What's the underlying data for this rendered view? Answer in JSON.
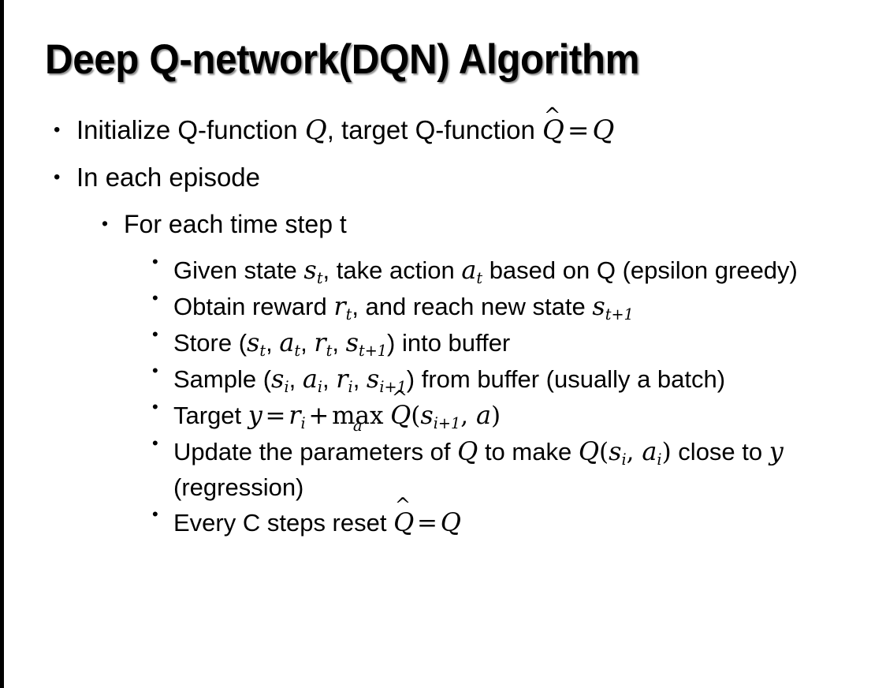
{
  "slide": {
    "title": "Deep Q-network(DQN) Algorithm",
    "background_color": "#ffffff",
    "text_color": "#000000",
    "left_bar_color": "#000000",
    "bullet_glyph": "•"
  },
  "content": {
    "b1": {
      "level": 1,
      "pre": "Initialize Q-function ",
      "var_q1": "Q",
      "mid": ", target Q-function ",
      "hat": "^",
      "var_qhat": "Q",
      "equals": "=",
      "var_q2": "Q",
      "plain_text": "Initialize Q-function Q, target Q-function Q̂ = Q"
    },
    "b2": {
      "level": 1,
      "text": "In each episode"
    },
    "b3": {
      "level": 2,
      "text": "For each time step t"
    },
    "b4": {
      "level": 3,
      "pre": "Given state ",
      "var_s": "s",
      "sub_s": "t",
      "mid": ", take action ",
      "var_a": "a",
      "sub_a": "t",
      "post": " based on Q (epsilon greedy)",
      "plain_text": "Given state sₜ, take action aₜ based on Q (epsilon greedy)"
    },
    "b5": {
      "level": 3,
      "pre": "Obtain reward ",
      "var_r": "r",
      "sub_r": "t",
      "mid": ", and reach new state ",
      "var_s": "s",
      "sub_s": "t+1",
      "plain_text": "Obtain reward rₜ, and reach new state sₜ₊₁"
    },
    "b6": {
      "level": 3,
      "pre": "Store (",
      "items": [
        {
          "var": "s",
          "sub": "t"
        },
        {
          "var": "a",
          "sub": "t"
        },
        {
          "var": "r",
          "sub": "t"
        },
        {
          "var": "s",
          "sub": "t+1"
        }
      ],
      "post": ") into buffer",
      "plain_text": "Store (sₜ, aₜ, rₜ, sₜ₊₁) into buffer"
    },
    "b7": {
      "level": 3,
      "pre": "Sample (",
      "items": [
        {
          "var": "s",
          "sub": "i"
        },
        {
          "var": "a",
          "sub": "i"
        },
        {
          "var": "r",
          "sub": "i"
        },
        {
          "var": "s",
          "sub": "i+1"
        }
      ],
      "post": ") from buffer (usually a batch)",
      "plain_text": "Sample (sᵢ, aᵢ, rᵢ, sᵢ₊₁) from buffer (usually a batch)"
    },
    "b8": {
      "level": 3,
      "pre": "Target ",
      "var_y": "y",
      "equals": "=",
      "var_r": "r",
      "sub_r": "i",
      "plus": "+",
      "op": "max",
      "op_limit": "a",
      "hat": "^",
      "var_qhat": "Q",
      "open": "(",
      "var_s": "s",
      "sub_s": "i+1",
      "comma": ", ",
      "var_a": "a",
      "close": ")",
      "plain_text": "Target y = rᵢ + maxₐ Q̂(sᵢ₊₁, a)"
    },
    "b9": {
      "level": 3,
      "pre": "Update the parameters of ",
      "var_q1": "Q",
      "mid": " to make ",
      "var_q2": "Q",
      "open": "(",
      "var_s": "s",
      "sub_s": "i",
      "comma": ", ",
      "var_a": "a",
      "sub_a": "i",
      "close": ")",
      "post": " close to ",
      "var_y": "y",
      "tail": " (regression)",
      "plain_text": "Update the parameters of Q to make Q(sᵢ, aᵢ) close to y (regression)"
    },
    "b10": {
      "level": 3,
      "pre": "Every C steps reset ",
      "hat": "^",
      "var_qhat": "Q",
      "equals": "=",
      "var_q": "Q",
      "plain_text": "Every C steps reset Q̂ = Q"
    }
  }
}
